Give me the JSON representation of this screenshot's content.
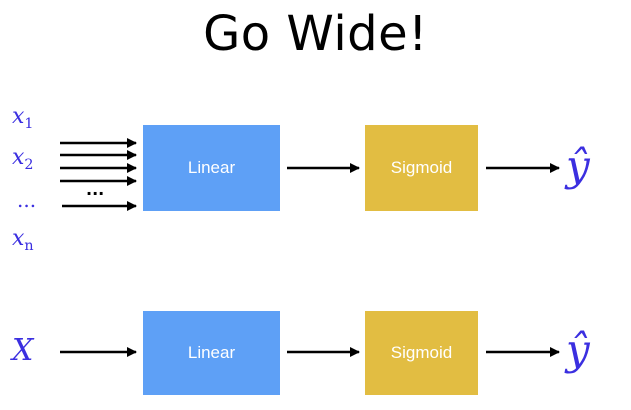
{
  "title": "Go Wide!",
  "top_diagram": {
    "inputs": [
      {
        "base": "x",
        "sub": "1"
      },
      {
        "base": "x",
        "sub": "2"
      },
      {
        "base": "...",
        "sub": ""
      },
      {
        "base": "x",
        "sub": "n"
      }
    ],
    "arrow_dots": "...",
    "linear_label": "Linear",
    "sigmoid_label": "Sigmoid",
    "output": "ŷ"
  },
  "bottom_diagram": {
    "input": "X",
    "linear_label": "Linear",
    "sigmoid_label": "Sigmoid",
    "output": "ŷ"
  },
  "colors": {
    "linear_box": "#5ea0f6",
    "sigmoid_box": "#e2bd42",
    "math_text": "#3b2fe0"
  }
}
